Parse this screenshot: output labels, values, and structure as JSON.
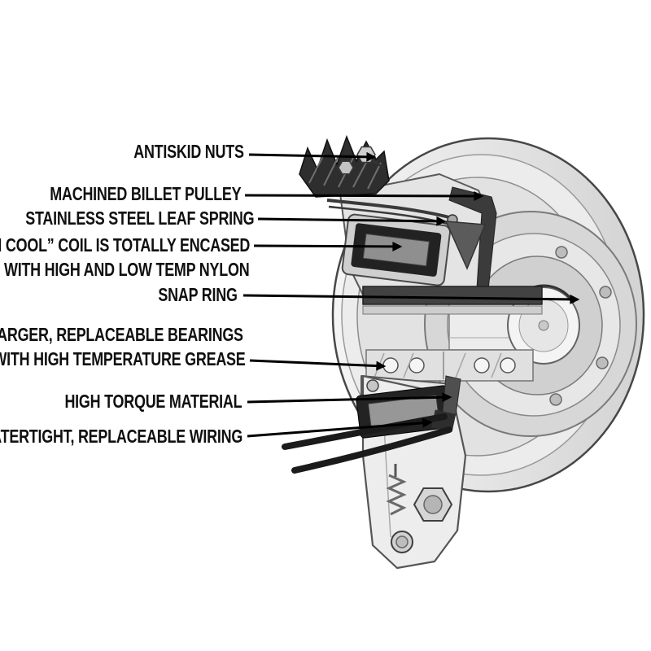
{
  "style": {
    "background": "#ffffff",
    "ink": "#101010",
    "arrow_color": "#000000",
    "illustration_outline": "#4a4a4a",
    "illustration_dark": "#2e2e2e",
    "illustration_light": "#ececec"
  },
  "illustration": {
    "alt": "Cutaway view of an electric PTO clutch: pulley disc, coils, bearings, mounting bracket and wiring"
  },
  "callouts": [
    {
      "lines": [
        "ANTISKID NUTS"
      ]
    },
    {
      "lines": [
        "MACHINED BILLET PULLEY"
      ]
    },
    {
      "lines": [
        "STAINLESS STEEL LEAF SPRING"
      ]
    },
    {
      "lines": [
        "“RUN COOL” COIL IS TOTALLY ENCASED",
        "WITH HIGH AND LOW TEMP NYLON"
      ]
    },
    {
      "lines": [
        "SNAP RING"
      ]
    },
    {
      "lines": [
        "LARGER, REPLACEABLE BEARINGS",
        "WITH HIGH TEMPERATURE GREASE"
      ]
    },
    {
      "lines": [
        "HIGH TORQUE MATERIAL"
      ]
    },
    {
      "lines": [
        "WATERTIGHT, REPLACEABLE WIRING"
      ]
    }
  ]
}
